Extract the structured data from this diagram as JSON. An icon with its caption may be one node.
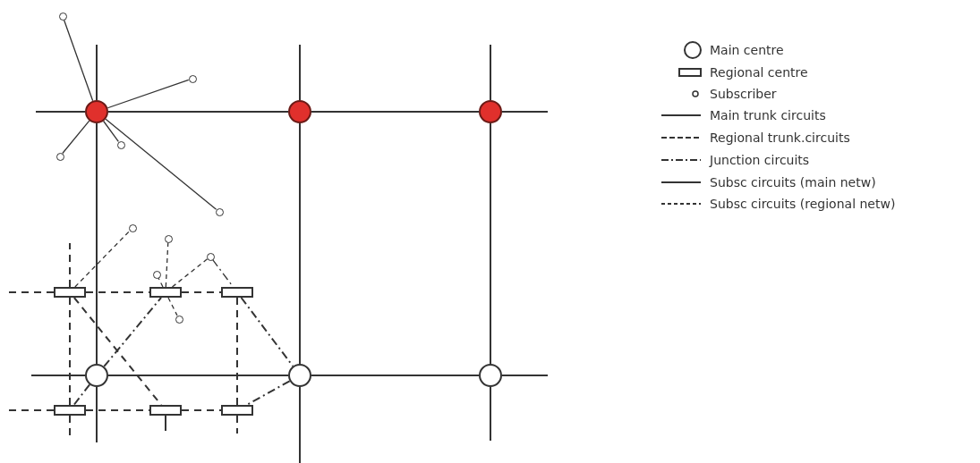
{
  "diagram": {
    "nodes": [
      {
        "text": [],
        "shape": "circle"
      },
      {
        "text": [],
        "shape": "circle"
      },
      {
        "text": [],
        "shape": "circle"
      },
      {
        "text": [],
        "shape": "circle"
      },
      {
        "text": [],
        "shape": "circle"
      },
      {
        "text": [],
        "shape": "circle"
      },
      {
        "text": [],
        "shape": "circle"
      },
      {
        "text": [],
        "shape": "circle"
      },
      {
        "text": [],
        "shape": "circle"
      },
      {
        "text": [],
        "shape": "circle"
      },
      {
        "text": [],
        "shape": "circle"
      },
      {
        "text": [],
        "shape": "circle"
      },
      {
        "text": [],
        "shape": "box"
      },
      {
        "text": [],
        "shape": "box"
      },
      {
        "text": [],
        "shape": "box"
      },
      {
        "text": [],
        "shape": "circle"
      },
      {
        "text": [],
        "shape": "circle"
      },
      {
        "text": [],
        "shape": "circle"
      },
      {
        "text": [],
        "shape": "circle"
      },
      {
        "text": [],
        "shape": "box"
      },
      {
        "text": [],
        "shape": "box"
      },
      {
        "text": [],
        "shape": "box"
      }
    ],
    "edges": [
      {
        "from": 1,
        "to": 2,
        "arrow": "none"
      },
      {
        "from": 2,
        "to": 3,
        "arrow": "none"
      },
      {
        "from": 1,
        "to": 16,
        "arrow": "none"
      },
      {
        "from": 2,
        "to": 17,
        "arrow": "none"
      },
      {
        "from": 3,
        "to": 18,
        "arrow": "none"
      },
      {
        "from": 16,
        "to": 17,
        "arrow": "none"
      },
      {
        "from": 17,
        "to": 18,
        "arrow": "none"
      },
      {
        "from": 1,
        "to": null,
        "arrow": "none"
      },
      {
        "from": 1,
        "to": null,
        "arrow": "none"
      },
      {
        "from": 2,
        "to": null,
        "arrow": "none"
      },
      {
        "from": 3,
        "to": null,
        "arrow": "none"
      },
      {
        "from": 3,
        "to": null,
        "arrow": "none"
      },
      {
        "from": 16,
        "to": null,
        "arrow": "none"
      },
      {
        "from": 16,
        "to": null,
        "arrow": "none"
      },
      {
        "from": 17,
        "to": null,
        "arrow": "none"
      },
      {
        "from": 18,
        "to": null,
        "arrow": "none"
      },
      {
        "from": 18,
        "to": null,
        "arrow": "none"
      },
      {
        "from": 1,
        "to": 0,
        "arrow": "none"
      },
      {
        "from": 1,
        "to": 4,
        "arrow": "none"
      },
      {
        "from": 1,
        "to": 5,
        "arrow": "none"
      },
      {
        "from": 1,
        "to": 6,
        "arrow": "none"
      },
      {
        "from": 1,
        "to": 7,
        "arrow": "none"
      },
      {
        "from": 12,
        "to": 13,
        "arrow": "none",
        "style": "dashed"
      },
      {
        "from": 13,
        "to": 14,
        "arrow": "none",
        "style": "dashed"
      },
      {
        "from": 19,
        "to": 20,
        "arrow": "none",
        "style": "dashed"
      },
      {
        "from": 20,
        "to": 21,
        "arrow": "none",
        "style": "dashed"
      },
      {
        "from": 12,
        "to": 19,
        "arrow": "none",
        "style": "dashed"
      },
      {
        "from": 14,
        "to": 21,
        "arrow": "none",
        "style": "dashed"
      },
      {
        "from": 12,
        "to": 20,
        "arrow": "none",
        "style": "dashed"
      },
      {
        "from": 12,
        "to": null,
        "arrow": "none",
        "style": "dashed"
      },
      {
        "from": 12,
        "to": null,
        "arrow": "none",
        "style": "dashed"
      },
      {
        "from": 19,
        "to": null,
        "arrow": "none",
        "style": "dashed"
      },
      {
        "from": 19,
        "to": null,
        "arrow": "none",
        "style": "dashed"
      },
      {
        "from": 21,
        "to": null,
        "arrow": "none",
        "style": "dashed"
      },
      {
        "from": 20,
        "to": null,
        "arrow": "none"
      },
      {
        "from": 16,
        "to": 13,
        "arrow": "none",
        "style": "dashed"
      },
      {
        "from": 16,
        "to": 19,
        "arrow": "none",
        "style": "dashed"
      },
      {
        "from": 10,
        "to": 14,
        "arrow": "none",
        "style": "dashed"
      },
      {
        "from": 14,
        "to": 17,
        "arrow": "none",
        "style": "dashed"
      },
      {
        "from": 17,
        "to": 21,
        "arrow": "none",
        "style": "dashed"
      },
      {
        "from": 12,
        "to": 8,
        "arrow": "none",
        "style": "dashed"
      },
      {
        "from": 13,
        "to": 9,
        "arrow": "none",
        "style": "dashed"
      },
      {
        "from": 13,
        "to": 11,
        "arrow": "none",
        "style": "dashed"
      },
      {
        "from": 13,
        "to": 15,
        "arrow": "none",
        "style": "dashed"
      },
      {
        "from": 13,
        "to": 10,
        "arrow": "none",
        "style": "dashed"
      }
    ],
    "legend": [
      {
        "text": "Main centre"
      },
      {
        "text": "Regional centre"
      },
      {
        "text": "Subscriber"
      },
      {
        "text": "Main trunk circuits"
      },
      {
        "text": "Regional trunk.circuits"
      },
      {
        "text": "Junction circuits"
      },
      {
        "text": "Subsc circuits (main netw)"
      },
      {
        "text": "Subsc circuits (regional netw)"
      }
    ]
  }
}
